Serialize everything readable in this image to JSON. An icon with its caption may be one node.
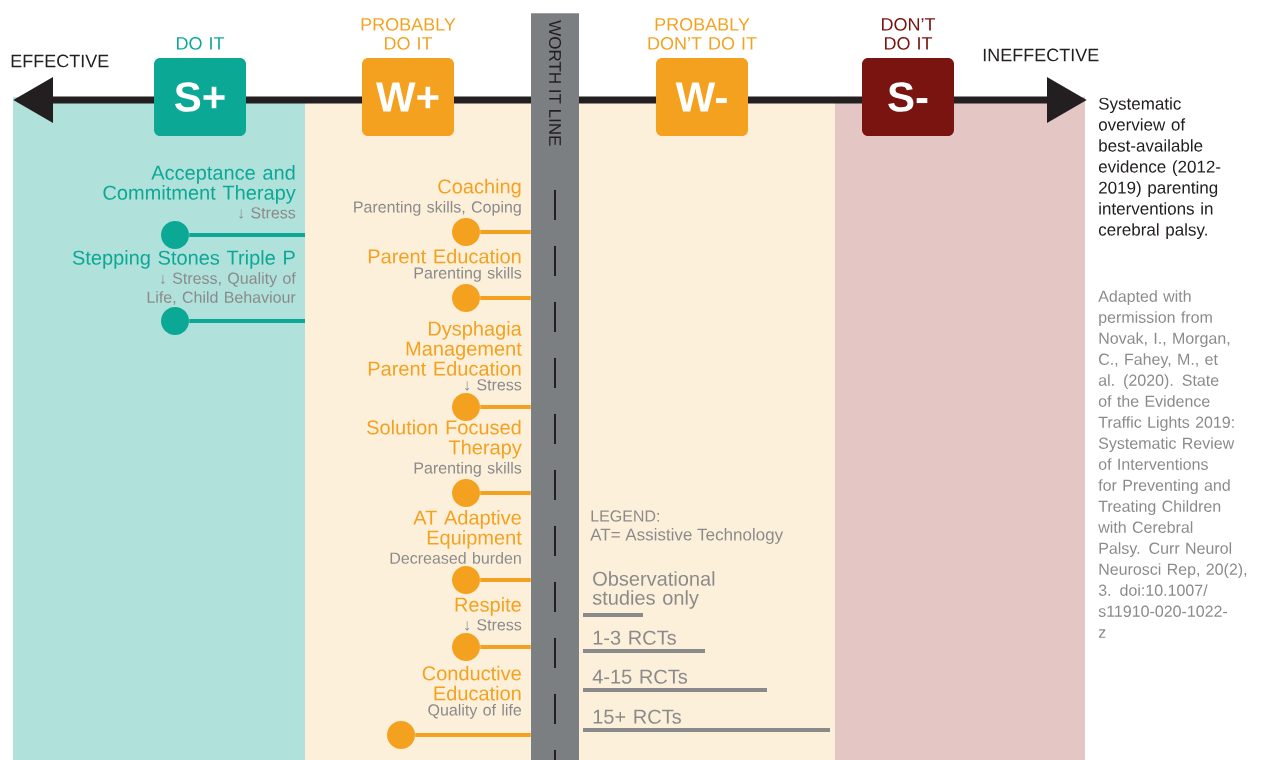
{
  "diagram": {
    "title": "Systematic overview of best-available evidence (2012-2019) parenting interventions in cerebral palsy.",
    "caption": "Adapted with permission from Novak, I., Morgan, C., Fahey, M., et al. (2020). State of the Evidence Traffic Lights 2019: Systematic Review of Interventions for Preventing and Treating Children with Cerebral Palsy. Curr Neurol Neurosci Rep, 20(2), 3. doi:10.1007/ s11910-020-1022-z",
    "nodes": [
      {
        "text": [
          "DO IT",
          "S+"
        ]
      },
      {
        "text": [
          "PROBABLY DO IT",
          "W+"
        ]
      },
      {
        "text": [
          "WORTH IT LINE"
        ]
      },
      {
        "text": [
          "PROBABLY DON’T DO IT",
          "W-"
        ]
      },
      {
        "text": [
          "DON’T DO IT",
          "S-"
        ]
      },
      {
        "text": [],
        "shape": "circle",
        "beside": [
          "Acceptance and Commitment Therapy",
          "↓ Stress"
        ]
      },
      {
        "text": [],
        "shape": "circle",
        "beside": [
          "Stepping Stones Triple P",
          "↓ Stress, Quality of Life, Child Behaviour"
        ]
      },
      {
        "text": [],
        "shape": "circle",
        "beside": [
          "Coaching",
          "Parenting skills, Coping"
        ]
      },
      {
        "text": [],
        "shape": "circle",
        "beside": [
          "Parent Education",
          "Parenting skills"
        ]
      },
      {
        "text": [],
        "shape": "circle",
        "beside": [
          "Dysphagia Management Parent Education",
          "↓ Stress"
        ]
      },
      {
        "text": [],
        "shape": "circle",
        "beside": [
          "Solution Focused Therapy",
          "Parenting skills"
        ]
      },
      {
        "text": [],
        "shape": "circle",
        "beside": [
          "AT Adaptive Equipment",
          "Decreased burden"
        ]
      },
      {
        "text": [],
        "shape": "circle",
        "beside": [
          "Respite",
          "↓ Stress"
        ]
      },
      {
        "text": [],
        "shape": "circle",
        "beside": [
          "Conductive Education",
          "Quality of life"
        ]
      }
    ],
    "edges": [
      {
        "from": 5,
        "to": null,
        "arrow": "none",
        "color": "#0ca896"
      },
      {
        "from": 6,
        "to": null,
        "arrow": "none",
        "color": "#0ca896"
      },
      {
        "from": 7,
        "to": 2,
        "arrow": "none"
      },
      {
        "from": 8,
        "to": 2,
        "arrow": "none"
      },
      {
        "from": 9,
        "to": 2,
        "arrow": "none"
      },
      {
        "from": 10,
        "to": 2,
        "arrow": "none"
      },
      {
        "from": 11,
        "to": 2,
        "arrow": "none"
      },
      {
        "from": 12,
        "to": 2,
        "arrow": "none"
      },
      {
        "from": 13,
        "to": 2,
        "arrow": "none"
      }
    ],
    "labels": [
      "EFFECTIVE",
      "INEFFECTIVE",
      "LEGEND:",
      "AT= Assistive Technology"
    ],
    "legend": [
      {
        "text": "Observational studies only"
      },
      {
        "text": "1-3 RCTs"
      },
      {
        "text": "4-15 RCTs"
      },
      {
        "text": "15+ RCTs"
      }
    ]
  }
}
